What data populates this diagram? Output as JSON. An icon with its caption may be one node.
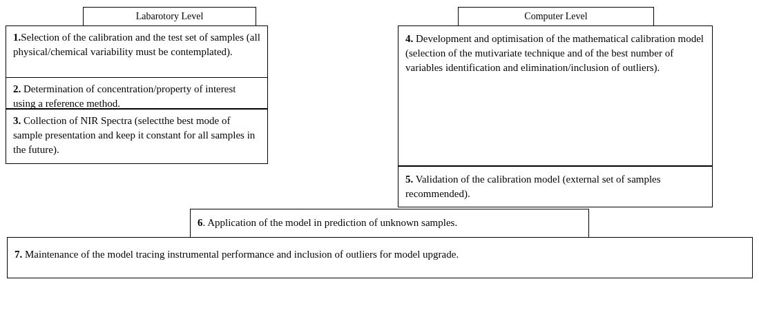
{
  "diagram": {
    "nodes": [
      {
        "text": [
          "Labarotory Level"
        ]
      },
      {
        "text": [
          "**1.**Selection of the calibration and the test set of samples (all physical/chemical variability must be contemplated)."
        ]
      },
      {
        "text": [
          "**2.** Determination of concentration/property of interest using a reference method."
        ]
      },
      {
        "text": [
          "**3.** Collection of NIR Spectra (selectthe best mode of sample presentation and keep it constant for all samples in the future)."
        ]
      },
      {
        "text": [
          "Computer Level"
        ]
      },
      {
        "text": [
          "**4.** Development and optimisation of the mathematical calibration model (selection of the mutivariate technique and of the best number of variables identification and elimination/inclusion of outliers)."
        ]
      },
      {
        "text": [
          "**5.** Validation of the calibration model (external set of samples recommended)."
        ]
      },
      {
        "text": [
          "**6**. Application of the model in prediction of unknown samples."
        ]
      },
      {
        "text": [
          "**7.** Maintenance of the model tracing instrumental performance and inclusion of outliers for model upgrade."
        ]
      }
    ],
    "edges": []
  }
}
